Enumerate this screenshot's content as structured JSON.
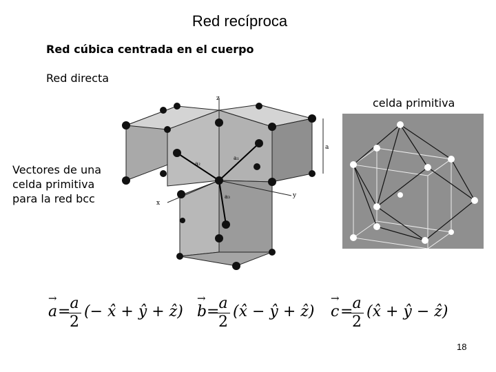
{
  "slide": {
    "title": "Red recíproca",
    "subtitle": "Red cúbica centrada en el cuerpo",
    "direct_label": "Red directa",
    "primitive_label": "celda primitiva",
    "vectors_label_lines": [
      "Vectores de una",
      "celda primitiva",
      "para la red bcc"
    ],
    "page_number": "18"
  },
  "figure_labels": {
    "z": "z",
    "x": "x",
    "y": "y",
    "a1": "a₁",
    "a2": "a₂",
    "a3": "a₃",
    "a": "a"
  },
  "equations": [
    {
      "vector": "a",
      "numerator": "a",
      "denominator": "2",
      "expression": "(− x̂ + ŷ + ẑ)"
    },
    {
      "vector": "b",
      "numerator": "a",
      "denominator": "2",
      "expression": "(x̂ − ŷ + ẑ)"
    },
    {
      "vector": "c",
      "numerator": "a",
      "denominator": "2",
      "expression": "(x̂ + ŷ − ẑ)"
    }
  ],
  "colors": {
    "background": "#ffffff",
    "cube_face": "#b9b9b9",
    "cube_face_dark": "#9a9a9a",
    "primitive_bg": "#8f8f8f"
  }
}
